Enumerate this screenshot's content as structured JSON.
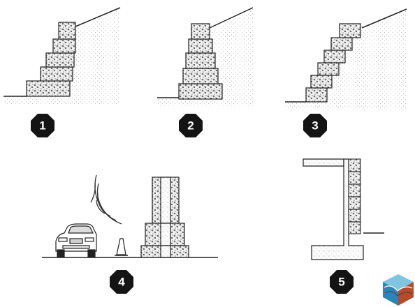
{
  "panels": [
    {
      "id": "panel-1",
      "number": "1"
    },
    {
      "id": "panel-2",
      "number": "2"
    },
    {
      "id": "panel-3",
      "number": "3"
    },
    {
      "id": "panel-4",
      "number": "4"
    },
    {
      "id": "panel-5",
      "number": "5"
    }
  ],
  "logo": {
    "colors": [
      "#2a86b8",
      "#7fc4e0",
      "#b44b2c",
      "#5a3a2a"
    ]
  },
  "colors": {
    "badge": "#141414",
    "line": "#222222",
    "fill": "#f2f2f2"
  }
}
